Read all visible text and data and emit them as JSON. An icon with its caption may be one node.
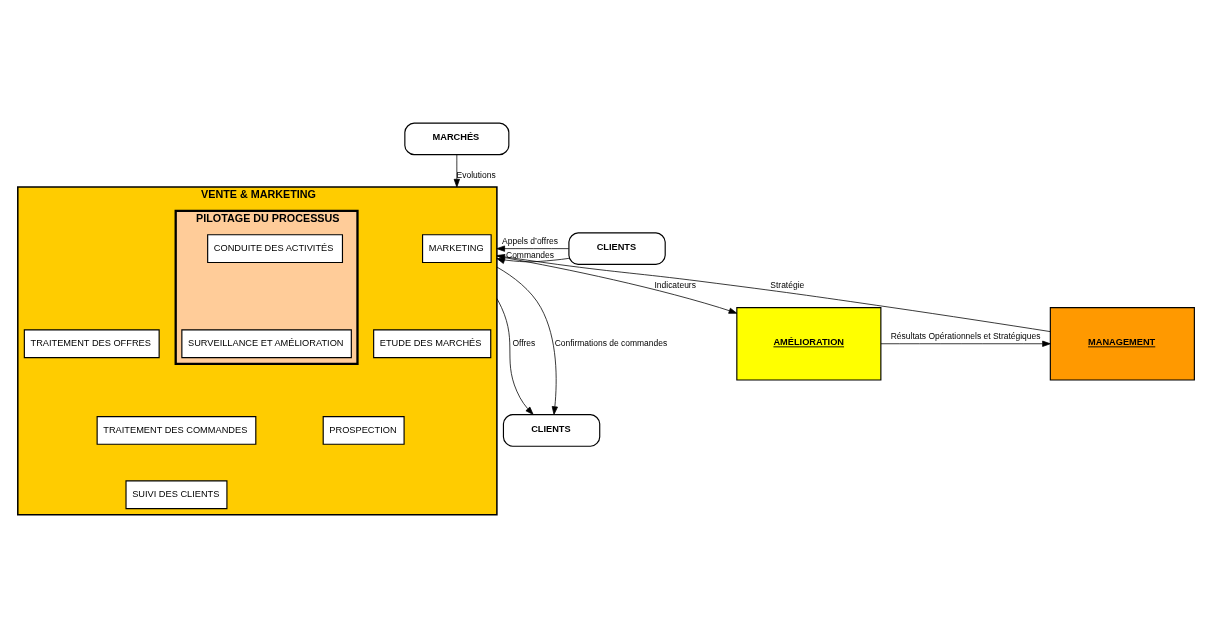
{
  "diagram": {
    "nodes": [
      {
        "text": [
          "MARCHÉS"
        ]
      },
      {
        "text": [
          "VENTE & MARKETING"
        ]
      },
      {
        "text": [
          "PILOTAGE DU PROCESSUS"
        ],
        "in": 1
      },
      {
        "text": [
          "CONDUITE DES ACTIVITÉS"
        ],
        "in": 2
      },
      {
        "text": [
          "SURVEILLANCE ET AMÉLIORATION"
        ],
        "in": 2
      },
      {
        "text": [
          "MARKETING"
        ],
        "in": 1
      },
      {
        "text": [
          "ETUDE DES MARCHÉS"
        ],
        "in": 1
      },
      {
        "text": [
          "PROSPECTION"
        ],
        "in": 1
      },
      {
        "text": [
          "TRAITEMENT DES OFFRES"
        ],
        "in": 1
      },
      {
        "text": [
          "TRAITEMENT DES COMMANDES"
        ],
        "in": 1
      },
      {
        "text": [
          "SUIVI DES CLIENTS"
        ],
        "in": 1
      },
      {
        "text": [
          "CLIENTS"
        ]
      },
      {
        "text": [
          "CLIENTS"
        ]
      },
      {
        "text": [
          "AMÉLIORATION"
        ]
      },
      {
        "text": [
          "MANAGEMENT"
        ]
      }
    ],
    "edges": [
      {
        "from": 0,
        "to": 1,
        "arrow": "to",
        "label": "Evolutions"
      },
      {
        "from": 11,
        "to": 1,
        "arrow": "to",
        "label": "Appels d’offres"
      },
      {
        "from": 11,
        "to": 1,
        "arrow": "to",
        "label": "Commandes"
      },
      {
        "from": 1,
        "to": 12,
        "arrow": "to",
        "label": "Offres"
      },
      {
        "from": 1,
        "to": 12,
        "arrow": "to",
        "label": "Confirmations de commandes"
      },
      {
        "from": 1,
        "to": 13,
        "arrow": "to",
        "label": "Indicateurs"
      },
      {
        "from": 14,
        "to": 1,
        "arrow": "to",
        "label": "Stratégie"
      },
      {
        "from": 13,
        "to": 14,
        "arrow": "to",
        "label": "Résultats Opérationnels et Stratégiques"
      }
    ]
  }
}
